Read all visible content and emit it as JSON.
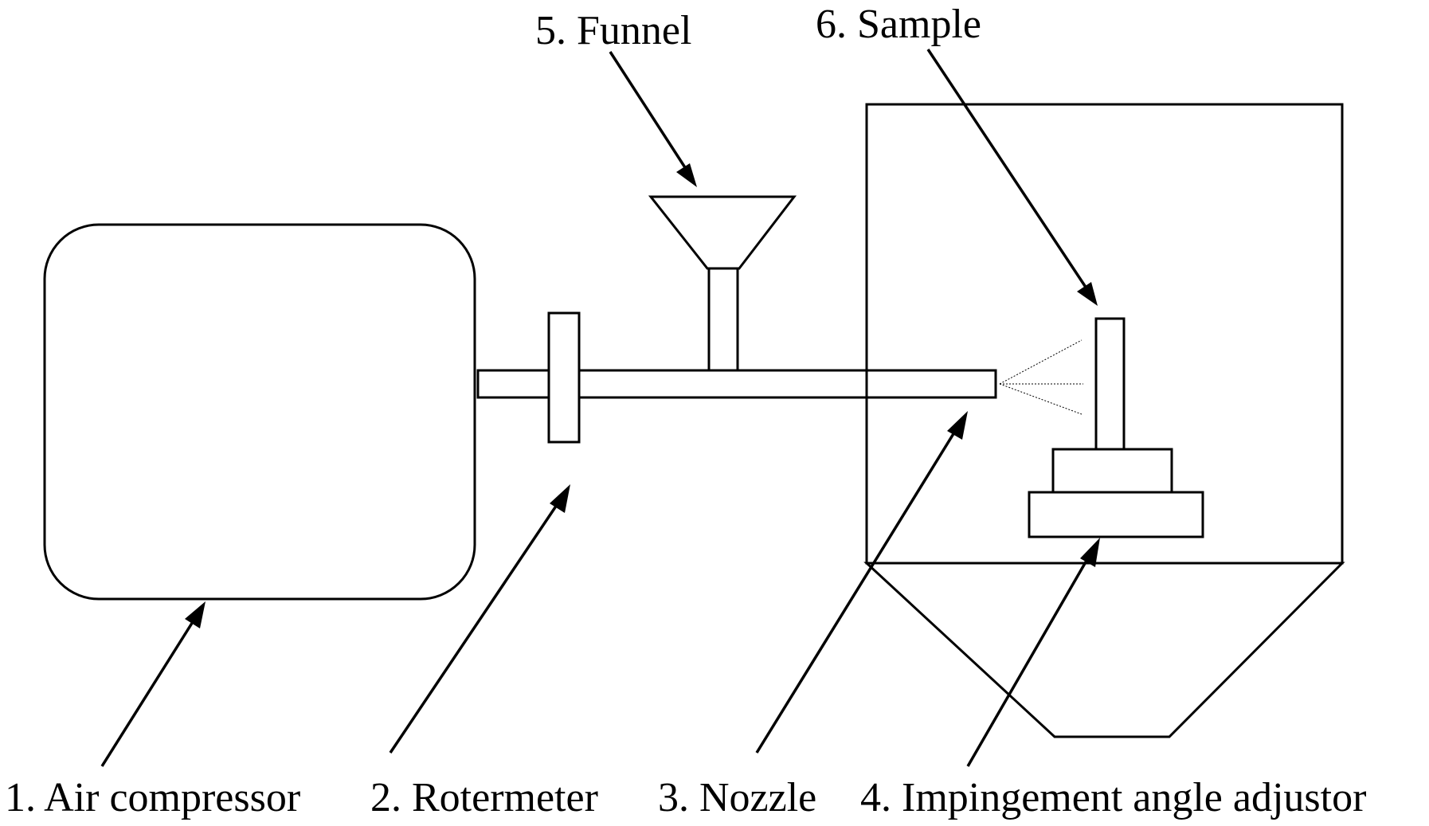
{
  "labels": {
    "air_compressor": "1. Air compressor",
    "rotermeter": "2. Rotermeter",
    "nozzle": "3. Nozzle",
    "impingement_angle_adjustor": "4. Impingement angle adjustor",
    "funnel": "5. Funnel",
    "sample": "6. Sample"
  },
  "colors": {
    "line": "#000000",
    "background": "#ffffff"
  }
}
